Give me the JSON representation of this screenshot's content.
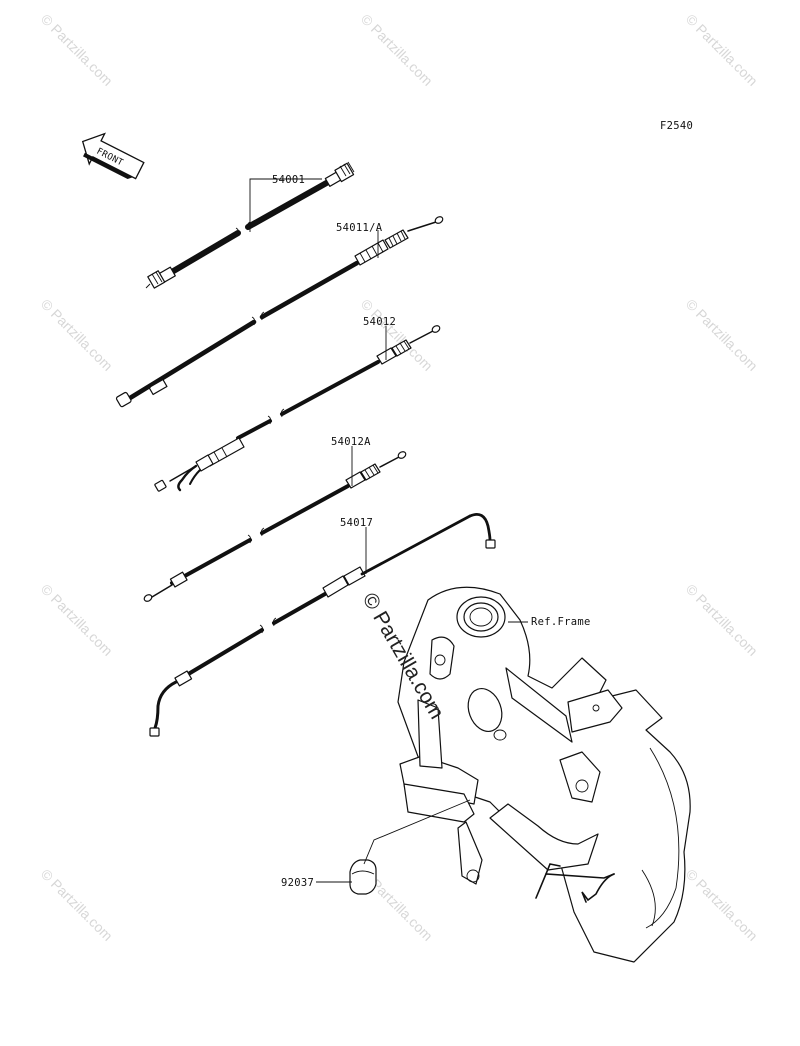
{
  "figure_code": "F2540",
  "front_arrow_label": "FRONT",
  "watermark_text": "© Partzilla.com",
  "center_watermark_text": "© Partzilla.com",
  "parts": {
    "speedometer_cable": "54001",
    "clutch_cable": "54011/A",
    "throttle_cable": "54012",
    "throttle_cable_a": "54012A",
    "choke_cable": "54017",
    "clamp": "92037"
  },
  "reference_frame_label": "Ref.Frame",
  "colors": {
    "line": "#111111",
    "watermark": "#d7d7d7",
    "background": "#ffffff"
  }
}
